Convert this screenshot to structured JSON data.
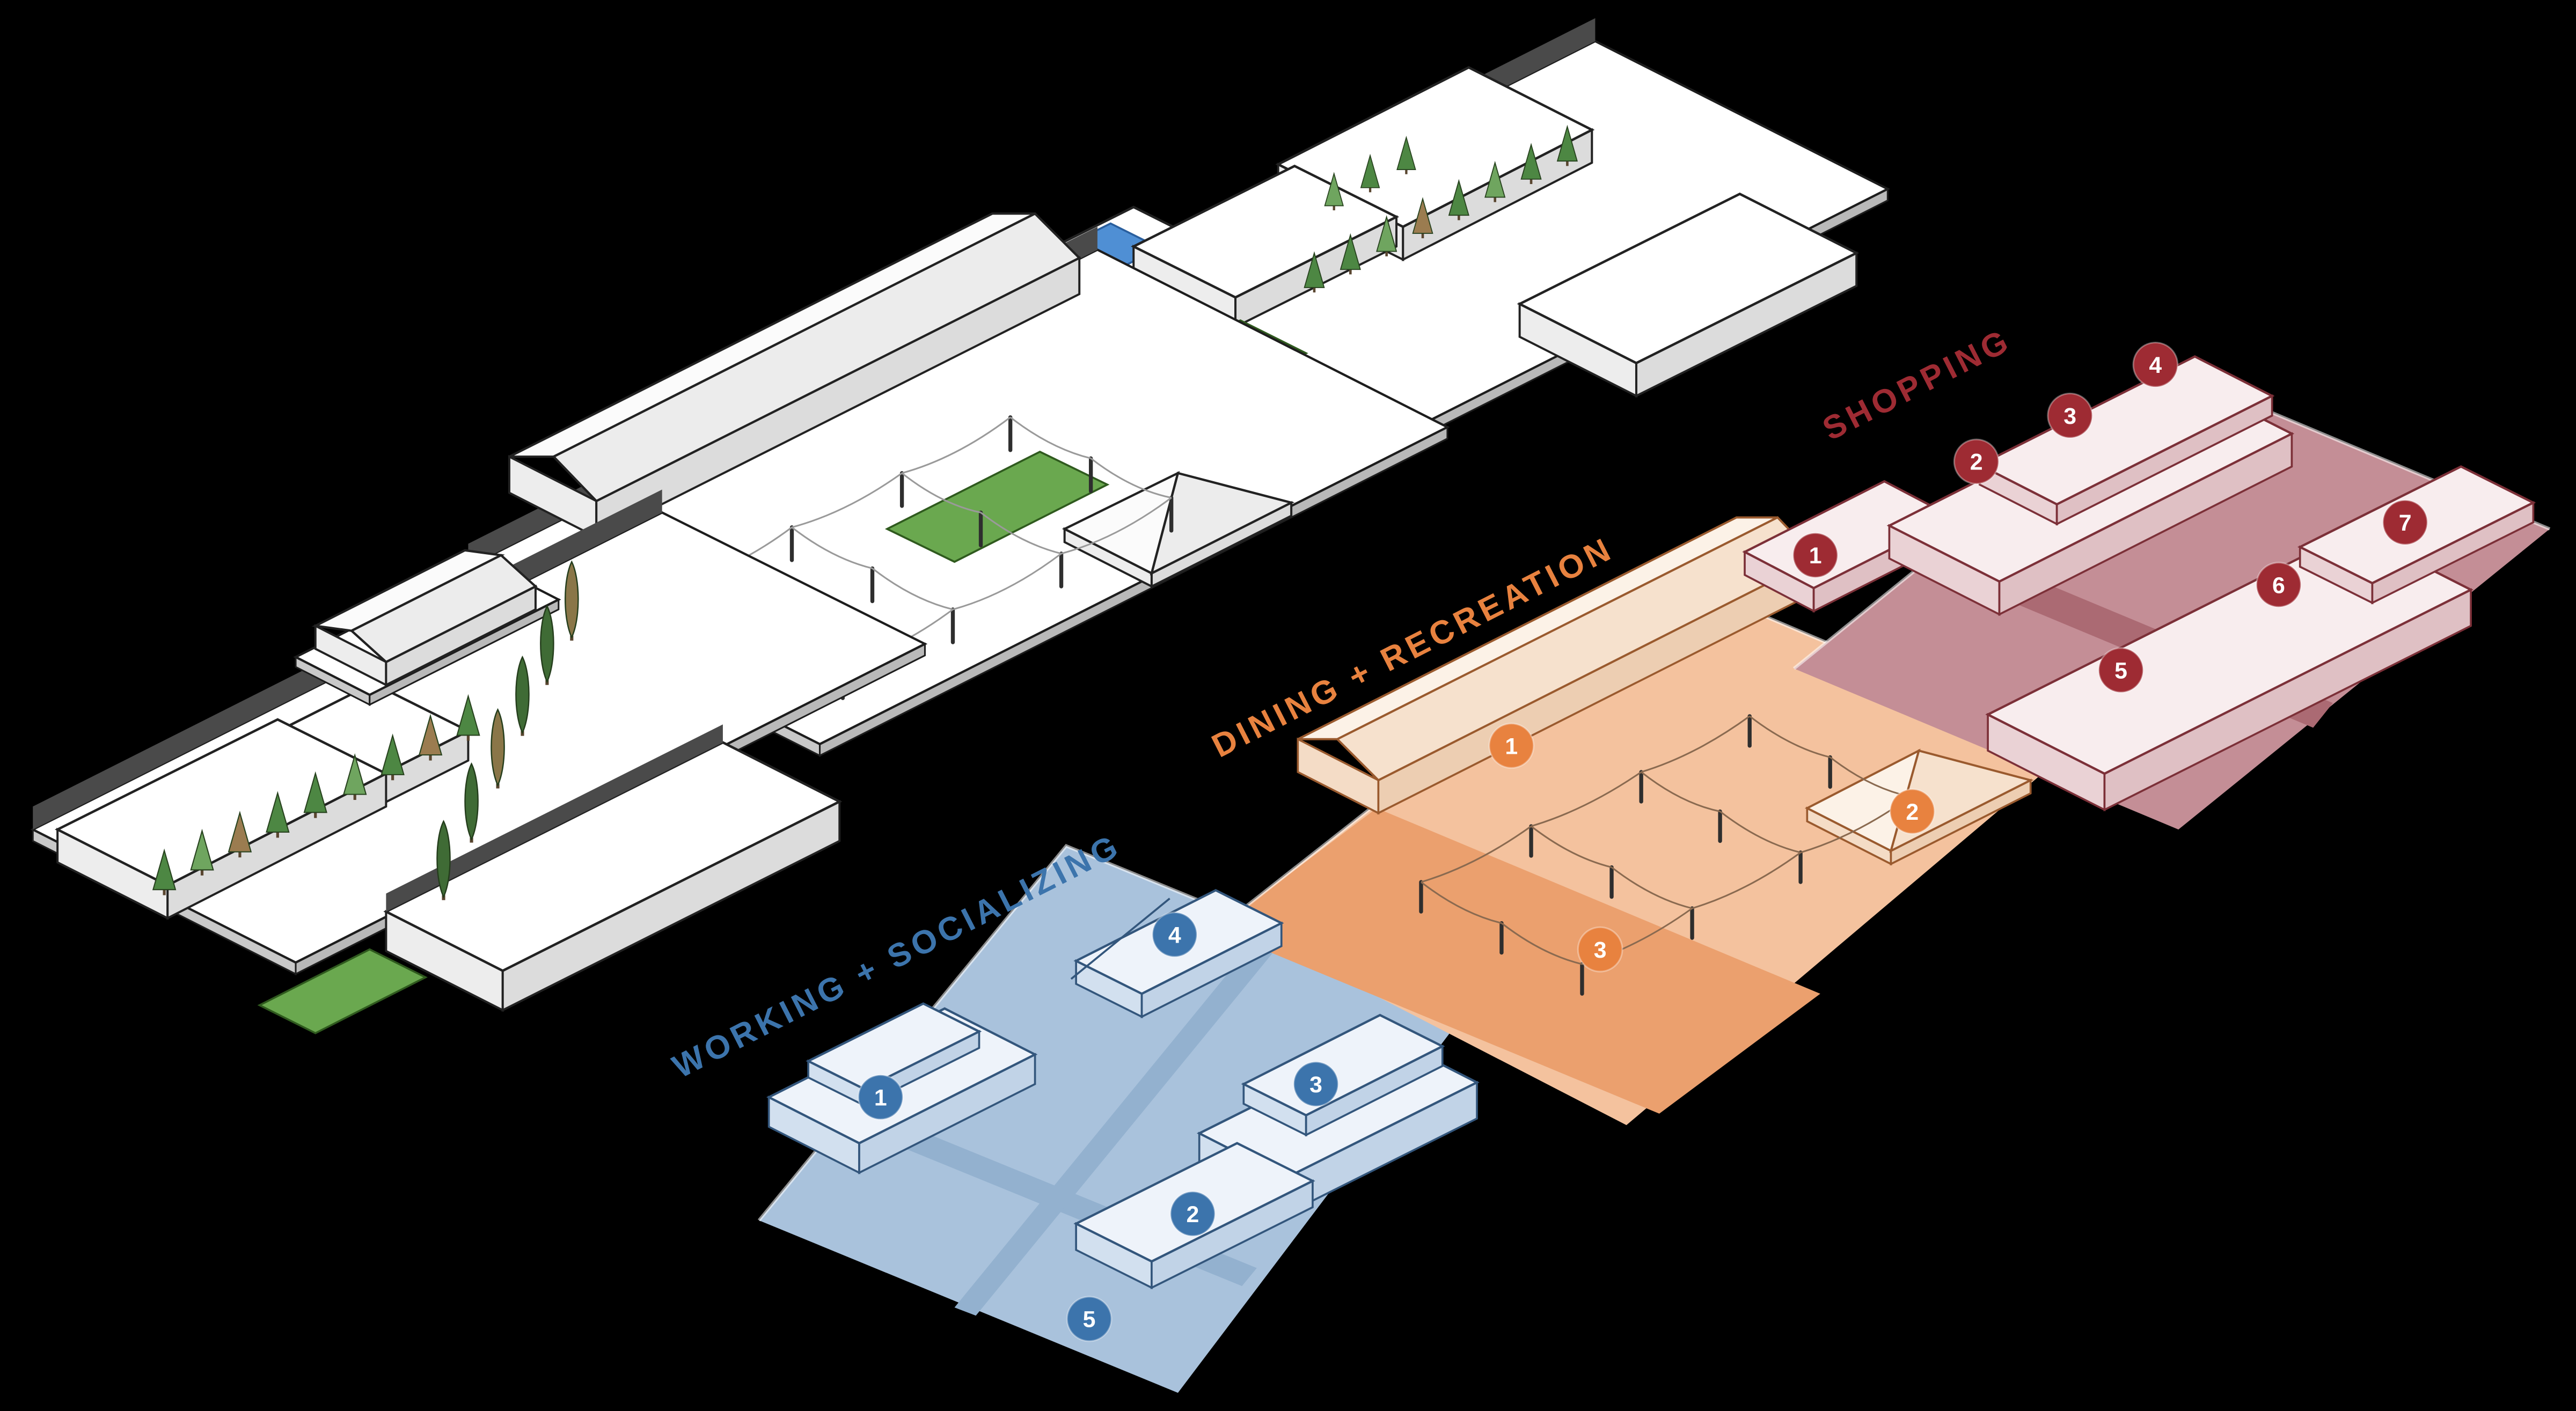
{
  "page": {
    "background": "#000000"
  },
  "zones": {
    "working": {
      "label": "WORKING + SOCIALIZING",
      "accent": "#3c74ac",
      "fill": "#a9c2dc",
      "street": "#93b1cf",
      "markers": [
        {
          "n": "1"
        },
        {
          "n": "2"
        },
        {
          "n": "3"
        },
        {
          "n": "4"
        },
        {
          "n": "5"
        }
      ]
    },
    "dining": {
      "label": "DINING + RECREATION",
      "accent": "#e8823f",
      "fill": "#f4c29e",
      "street": "#eba06e",
      "markers": [
        {
          "n": "1"
        },
        {
          "n": "2"
        },
        {
          "n": "3"
        }
      ]
    },
    "shopping": {
      "label": "SHOPPING",
      "accent": "#9e2b33",
      "fill": "#c48e96",
      "street": "#ab6a73",
      "markers": [
        {
          "n": "1"
        },
        {
          "n": "2"
        },
        {
          "n": "3"
        },
        {
          "n": "4"
        },
        {
          "n": "5"
        },
        {
          "n": "6"
        },
        {
          "n": "7"
        }
      ]
    }
  },
  "site": {
    "lawn": "#6aa84f",
    "pool": "#4f8fd4",
    "building": "#ffffff"
  }
}
